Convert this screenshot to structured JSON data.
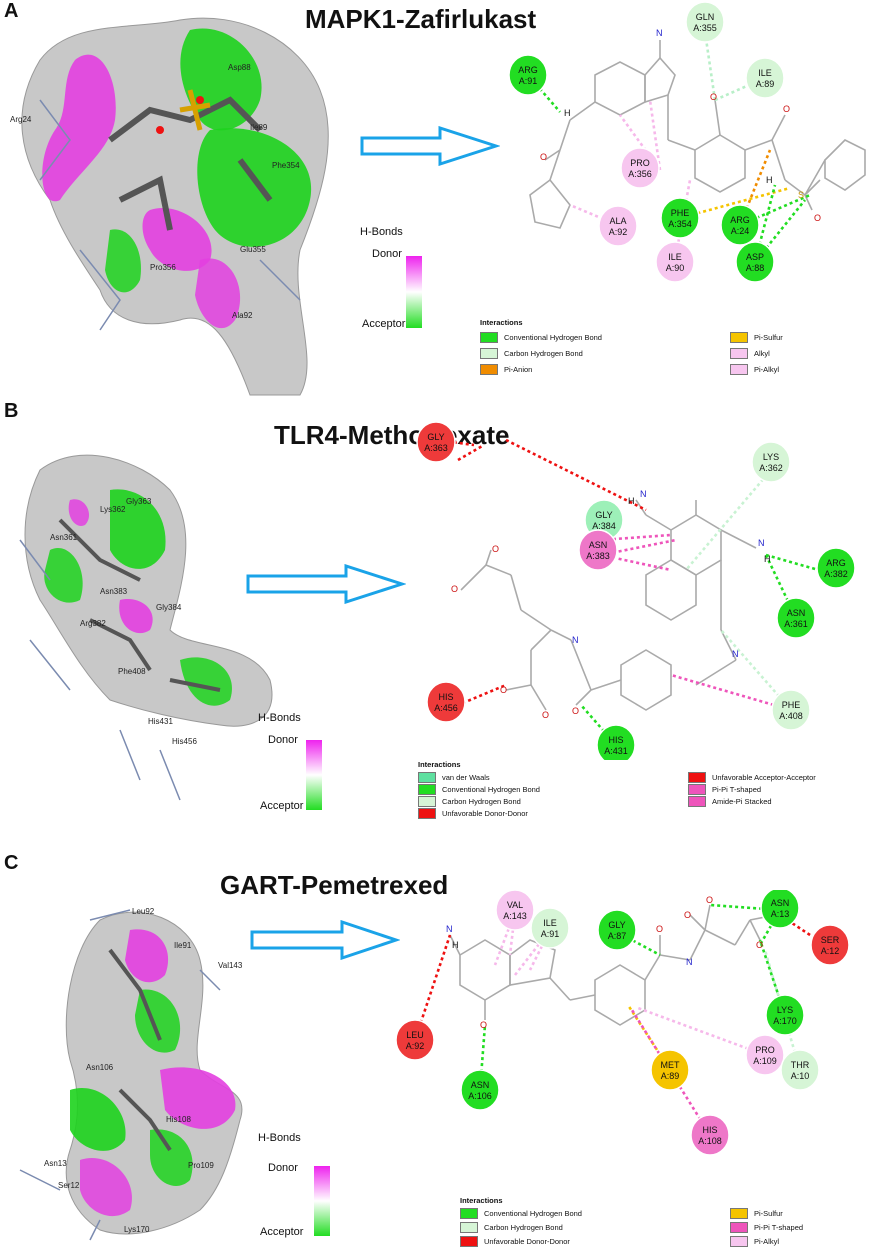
{
  "panels": [
    {
      "letter": "A",
      "title": "MAPK1-Zafirlukast",
      "hbond_legend": {
        "title": "H-Bonds",
        "top": "Donor",
        "bottom": "Acceptor"
      },
      "surface_labels": [
        "Arg24",
        "Pro356",
        "Asp88",
        "Ile89",
        "Phe354",
        "Ala92",
        "Glu355"
      ],
      "legend": {
        "heading": "Interactions",
        "items": [
          {
            "label": "Conventional Hydrogen Bond",
            "color": "#22dd22"
          },
          {
            "label": "Carbon Hydrogen Bond",
            "color": "#d6f5d6"
          },
          {
            "label": "Pi-Anion",
            "color": "#f08c00"
          },
          {
            "label": "Pi-Sulfur",
            "color": "#f5c400"
          },
          {
            "label": "Alkyl",
            "color": "#f7c6ef"
          },
          {
            "label": "Pi-Alkyl",
            "color": "#f7c6ef"
          }
        ]
      },
      "residues": [
        {
          "name": "ARG",
          "num": "A:91",
          "color": "#22dd22"
        },
        {
          "name": "GLN",
          "num": "A:355",
          "color": "#d6f5d6"
        },
        {
          "name": "ILE",
          "num": "A:89",
          "color": "#d6f5d6"
        },
        {
          "name": "PRO",
          "num": "A:356",
          "color": "#f7c6ef"
        },
        {
          "name": "ALA",
          "num": "A:92",
          "color": "#f7c6ef"
        },
        {
          "name": "PHE",
          "num": "A:354",
          "color": "#22dd22"
        },
        {
          "name": "ARG",
          "num": "A:24",
          "color": "#22dd22"
        },
        {
          "name": "ILE",
          "num": "A:90",
          "color": "#f7c6ef"
        },
        {
          "name": "ASP",
          "num": "A:88",
          "color": "#22dd22"
        }
      ]
    },
    {
      "letter": "B",
      "title": "TLR4-Methotrexate",
      "hbond_legend": {
        "title": "H-Bonds",
        "top": "Donor",
        "bottom": "Acceptor"
      },
      "surface_labels": [
        "Lys362",
        "Gly363",
        "Asn361",
        "Asn383",
        "Gly384",
        "Arg382",
        "Phe408",
        "His431",
        "His456"
      ],
      "legend": {
        "heading": "Interactions",
        "items": [
          {
            "label": "van der Waals",
            "color": "#5fe0a0"
          },
          {
            "label": "Conventional Hydrogen Bond",
            "color": "#22dd22"
          },
          {
            "label": "Carbon Hydrogen Bond",
            "color": "#d6f5d6"
          },
          {
            "label": "Unfavorable Donor-Donor",
            "color": "#ee1111"
          },
          {
            "label": "Unfavorable Acceptor-Acceptor",
            "color": "#ee1111"
          },
          {
            "label": "Pi-Pi T-shaped",
            "color": "#ee55bb"
          },
          {
            "label": "Amide-Pi Stacked",
            "color": "#ee55bb"
          }
        ]
      },
      "residues": [
        {
          "name": "GLY",
          "num": "A:363",
          "color": "#ee3a3a"
        },
        {
          "name": "LYS",
          "num": "A:362",
          "color": "#d6f5d6"
        },
        {
          "name": "GLY",
          "num": "A:384",
          "color": "#9df0b8"
        },
        {
          "name": "ASN",
          "num": "A:383",
          "color": "#ee77c8"
        },
        {
          "name": "ARG",
          "num": "A:382",
          "color": "#22dd22"
        },
        {
          "name": "ASN",
          "num": "A:361",
          "color": "#22dd22"
        },
        {
          "name": "HIS",
          "num": "A:456",
          "color": "#ee3a3a"
        },
        {
          "name": "HIS",
          "num": "A:431",
          "color": "#22dd22"
        },
        {
          "name": "PHE",
          "num": "A:408",
          "color": "#d6f5d6"
        }
      ]
    },
    {
      "letter": "C",
      "title": "GART-Pemetrexed",
      "hbond_legend": {
        "title": "H-Bonds",
        "top": "Donor",
        "bottom": "Acceptor"
      },
      "surface_labels": [
        "Leu92",
        "Ile91",
        "Val143",
        "Asn106",
        "His108",
        "Asn13",
        "Ser12",
        "Pro109",
        "Lys170"
      ],
      "legend": {
        "heading": "Interactions",
        "items": [
          {
            "label": "Conventional Hydrogen Bond",
            "color": "#22dd22"
          },
          {
            "label": "Carbon Hydrogen Bond",
            "color": "#d6f5d6"
          },
          {
            "label": "Unfavorable Donor-Donor",
            "color": "#ee1111"
          },
          {
            "label": "Pi-Sulfur",
            "color": "#f5c400"
          },
          {
            "label": "Pi-Pi T-shaped",
            "color": "#ee55bb"
          },
          {
            "label": "Pi-Alkyl",
            "color": "#f7c6ef"
          }
        ]
      },
      "residues": [
        {
          "name": "VAL",
          "num": "A:143",
          "color": "#f7c6ef"
        },
        {
          "name": "ILE",
          "num": "A:91",
          "color": "#d6f5d6"
        },
        {
          "name": "GLY",
          "num": "A:87",
          "color": "#22dd22"
        },
        {
          "name": "ASN",
          "num": "A:13",
          "color": "#22dd22"
        },
        {
          "name": "SER",
          "num": "A:12",
          "color": "#ee3a3a"
        },
        {
          "name": "LEU",
          "num": "A:92",
          "color": "#ee3a3a"
        },
        {
          "name": "LYS",
          "num": "A:170",
          "color": "#22dd22"
        },
        {
          "name": "PRO",
          "num": "A:109",
          "color": "#f7c6ef"
        },
        {
          "name": "THR",
          "num": "A:10",
          "color": "#d6f5d6"
        },
        {
          "name": "MET",
          "num": "A:89",
          "color": "#f5c400"
        },
        {
          "name": "HIS",
          "num": "A:108",
          "color": "#ee77c8"
        },
        {
          "name": "ASN",
          "num": "A:106",
          "color": "#22dd22"
        }
      ]
    }
  ],
  "atoms": {
    "hydrogen": "H",
    "nitrogen": "N",
    "oxygen": "O",
    "sulfur": "S"
  }
}
